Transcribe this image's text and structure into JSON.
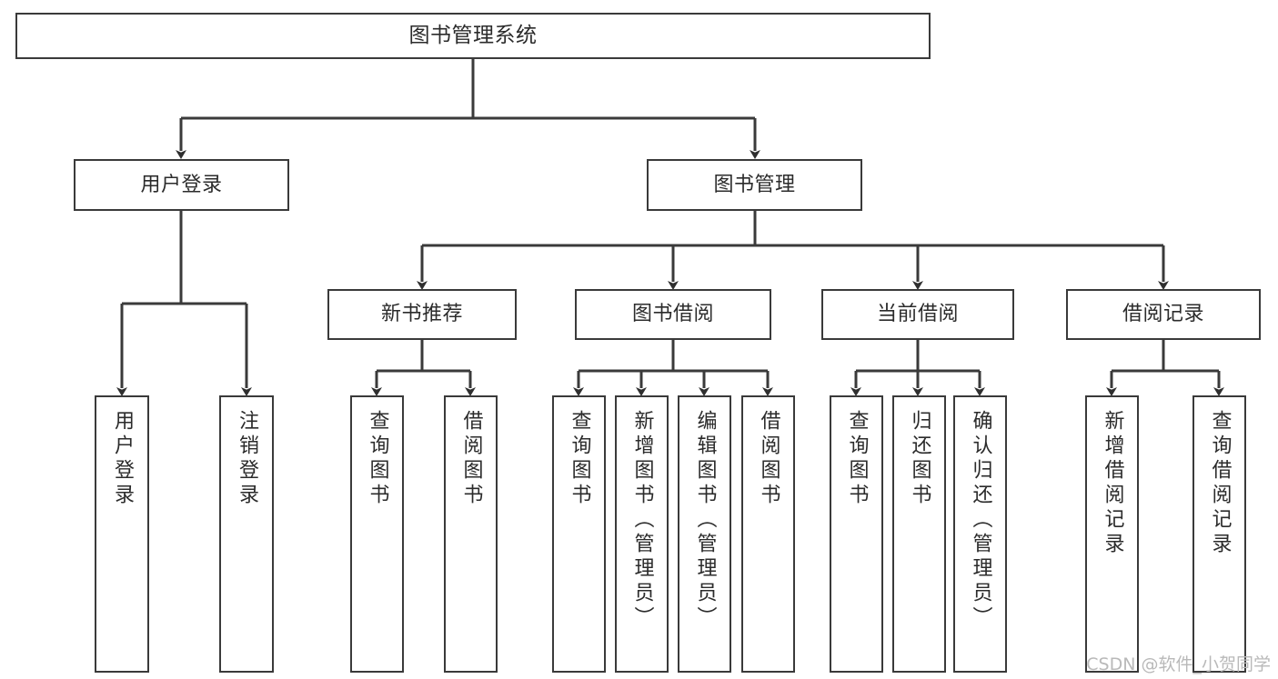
{
  "diagram": {
    "title": "图书管理系统",
    "type": "tree-hierarchy",
    "watermark": "CSDN @软件_小贺同学",
    "colors": {
      "background": "#ffffff",
      "box_border": "#3a3a3a",
      "box_fill": "#ffffff",
      "text": "#2b2b2b",
      "connector": "#3a3a3a",
      "watermark": "#b9b9b9"
    },
    "levels": [
      {
        "level": 1,
        "nodes": [
          {
            "id": "root",
            "label": "图书管理系统",
            "orientation": "horizontal"
          }
        ]
      },
      {
        "level": 2,
        "nodes": [
          {
            "id": "user-login",
            "label": "用户登录",
            "orientation": "horizontal",
            "parent": "root"
          },
          {
            "id": "book-manage",
            "label": "图书管理",
            "orientation": "horizontal",
            "parent": "root"
          }
        ]
      },
      {
        "level": 3,
        "nodes": [
          {
            "id": "new-book-rec",
            "label": "新书推荐",
            "orientation": "horizontal",
            "parent": "book-manage"
          },
          {
            "id": "book-borrow",
            "label": "图书借阅",
            "orientation": "horizontal",
            "parent": "book-manage"
          },
          {
            "id": "current-borrow",
            "label": "当前借阅",
            "orientation": "horizontal",
            "parent": "book-manage"
          },
          {
            "id": "borrow-record",
            "label": "借阅记录",
            "orientation": "horizontal",
            "parent": "book-manage"
          }
        ]
      },
      {
        "level": 4,
        "nodes": [
          {
            "id": "leaf-user-login",
            "label": "用户登录",
            "orientation": "vertical",
            "parent": "user-login"
          },
          {
            "id": "leaf-logout",
            "label": "注销登录",
            "orientation": "vertical",
            "parent": "user-login"
          },
          {
            "id": "leaf-query-book-1",
            "label": "查询图书",
            "orientation": "vertical",
            "parent": "new-book-rec"
          },
          {
            "id": "leaf-borrow-book-1",
            "label": "借阅图书",
            "orientation": "vertical",
            "parent": "new-book-rec"
          },
          {
            "id": "leaf-query-book-2",
            "label": "查询图书",
            "orientation": "vertical",
            "parent": "book-borrow"
          },
          {
            "id": "leaf-add-book",
            "label": "新增图书（管理员）",
            "orientation": "vertical",
            "parent": "book-borrow"
          },
          {
            "id": "leaf-edit-book",
            "label": "编辑图书（管理员）",
            "orientation": "vertical",
            "parent": "book-borrow"
          },
          {
            "id": "leaf-borrow-book-2",
            "label": "借阅图书",
            "orientation": "vertical",
            "parent": "book-borrow"
          },
          {
            "id": "leaf-query-book-3",
            "label": "查询图书",
            "orientation": "vertical",
            "parent": "current-borrow"
          },
          {
            "id": "leaf-return-book",
            "label": "归还图书",
            "orientation": "vertical",
            "parent": "current-borrow"
          },
          {
            "id": "leaf-confirm-return",
            "label": "确认归还（管理员）",
            "orientation": "vertical",
            "parent": "current-borrow"
          },
          {
            "id": "leaf-add-record",
            "label": "新增借阅记录",
            "orientation": "vertical",
            "parent": "borrow-record"
          },
          {
            "id": "leaf-query-record",
            "label": "查询借阅记录",
            "orientation": "vertical",
            "parent": "borrow-record"
          }
        ]
      }
    ]
  }
}
